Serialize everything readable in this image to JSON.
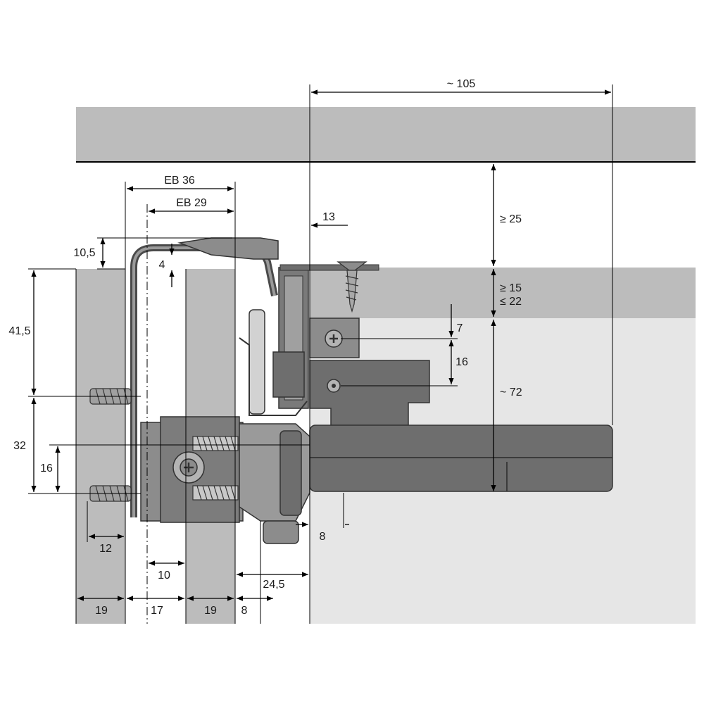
{
  "dimensions": {
    "approx_105": "~ 105",
    "eb36": "EB 36",
    "eb29": "EB 29",
    "d13": "13",
    "d10_5": "10,5",
    "d4": "4",
    "ge25": "≥ 25",
    "ge15": "≥ 15",
    "le22": "≤ 22",
    "d41_5": "41,5",
    "d7": "7",
    "d16_right": "16",
    "approx_72": "~ 72",
    "d32": "32",
    "d16_left": "16",
    "d8_right": "8",
    "d12": "12",
    "d10": "10",
    "d24_5": "24,5",
    "d19_a": "19",
    "d17": "17",
    "d19_b": "19",
    "d8_bottom": "8"
  },
  "colors": {
    "panel": "#bcbcbc",
    "panel_light": "#e6e6e6",
    "hardware_dark": "#6e6e6e",
    "hardware_mid": "#8c8c8c",
    "hardware_light": "#b4b4b4",
    "line": "#000000"
  }
}
